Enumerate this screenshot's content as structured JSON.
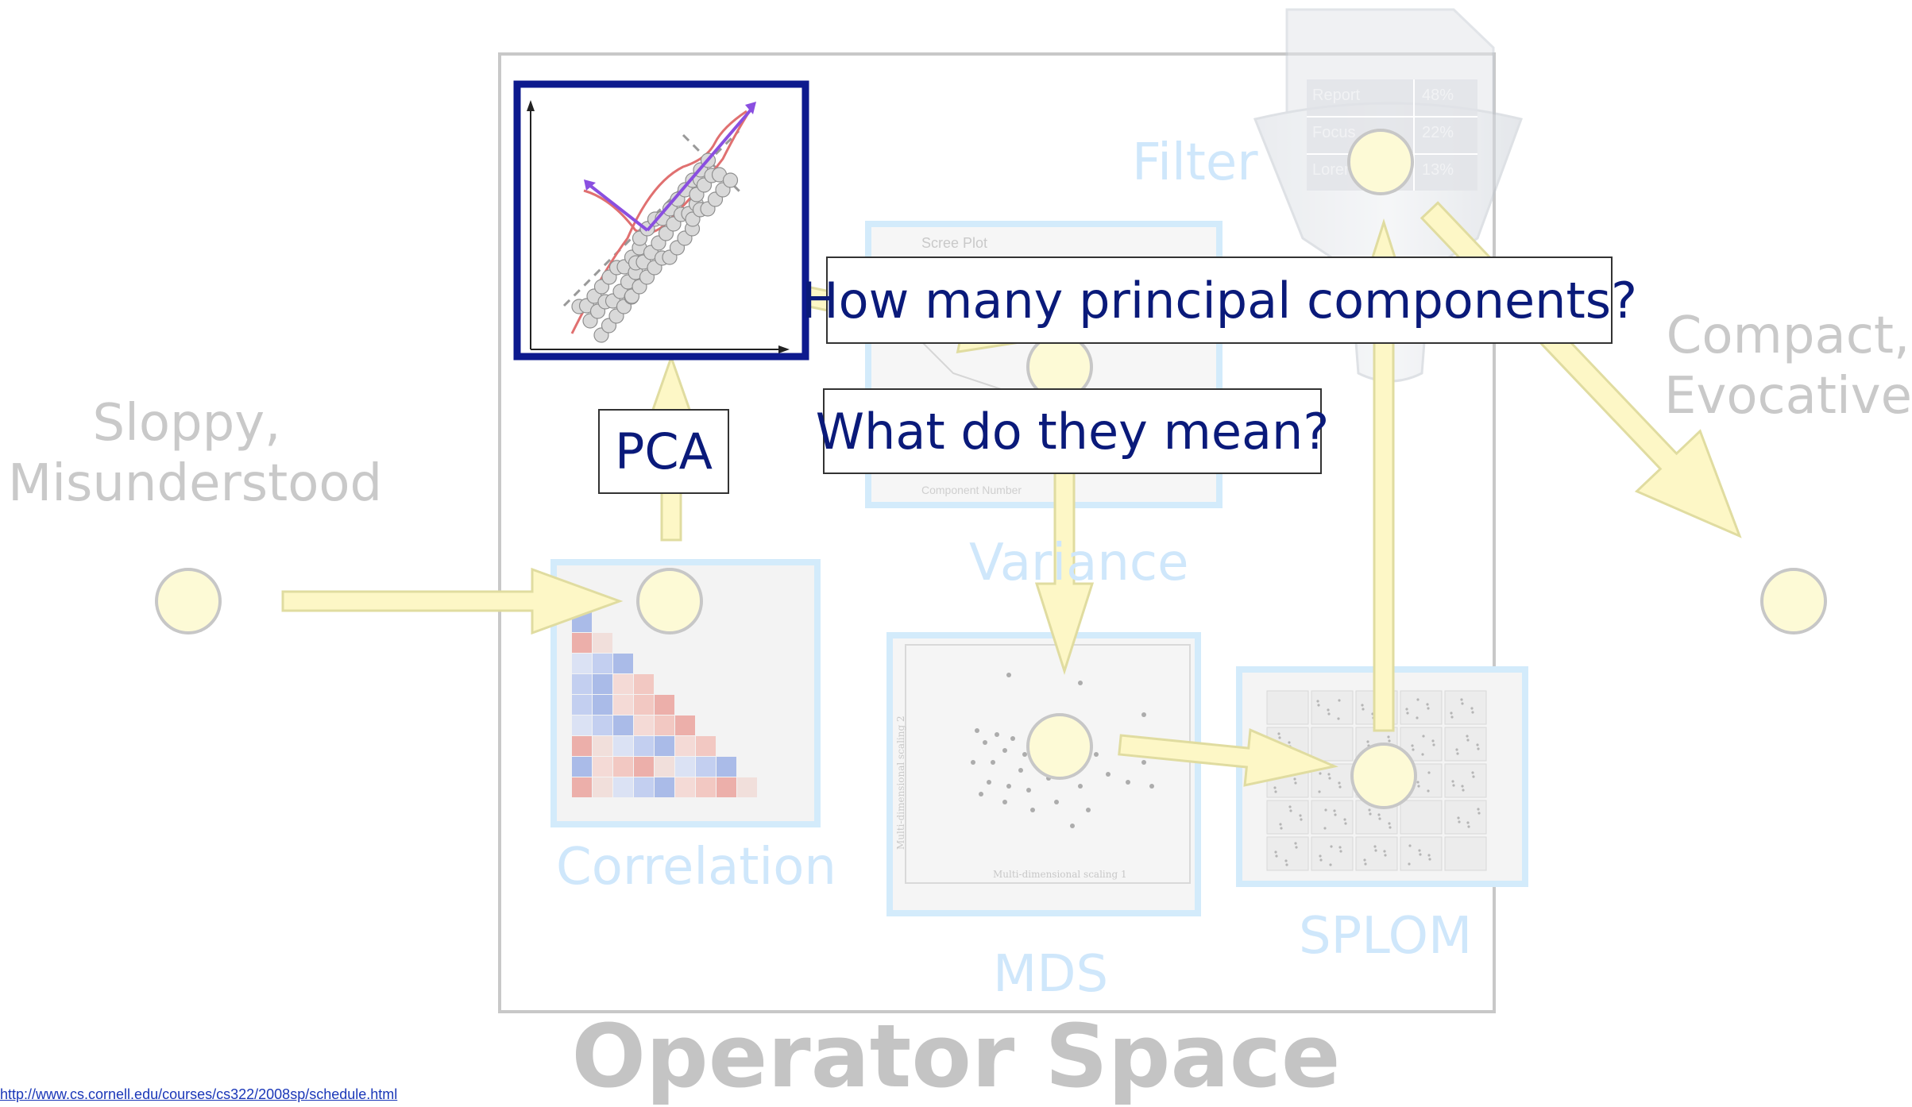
{
  "left_label": [
    "Sloppy,",
    "Misunderstood"
  ],
  "right_label": [
    "Compact,",
    "Evocative"
  ],
  "operators": {
    "filter": "Filter",
    "variance": "Variance",
    "correlation": "Correlation",
    "mds": "MDS",
    "splom": "SPLOM"
  },
  "pca_label": "PCA",
  "question_1": "How many principal components?",
  "question_2": "What do they mean?",
  "title": "Operator Space",
  "source_url": "http://www.cs.cornell.edu/courses/cs322/2008sp/schedule.html",
  "thumb_texts": {
    "scree_title": "Scree Plot",
    "scree_xlabel": "Component Number",
    "filter_rows": [
      {
        "label": "Report",
        "value": "48%"
      },
      {
        "label": "Focus",
        "value": "22%"
      },
      {
        "label": "Lorem",
        "value": "13%"
      }
    ],
    "mds_xlabel": "Multi-dimensional scaling 1",
    "mds_ylabel": "Multi-dimensional scaling 2"
  },
  "colors": {
    "node_fill": "#fdfad6",
    "node_stroke": "#c7c7c7",
    "arrow_fill": "#fdf7c6",
    "arrow_stroke": "#e0dca0",
    "thumb_border": "#d3ebfb",
    "pca_border": "#0d1a8e",
    "callout_text": "#0a1a7a"
  }
}
